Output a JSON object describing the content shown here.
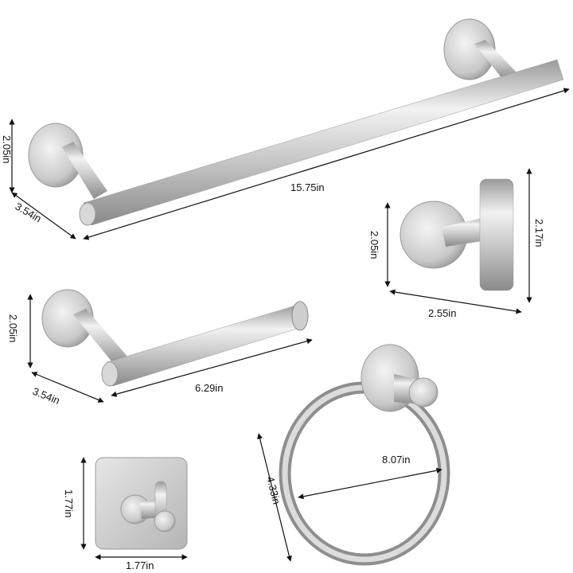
{
  "products": {
    "towel_bar": {
      "height": "2.05in",
      "depth": "3.54in",
      "length": "15.75in"
    },
    "robe_hook": {
      "flange_height": "2.05in",
      "hook_height": "2.17in",
      "depth": "2.55in"
    },
    "toilet_paper_holder": {
      "height": "2.05in",
      "depth": "3.54in",
      "length": "6.29in"
    },
    "adhesive_hook": {
      "height": "1.77in",
      "width": "1.77in"
    },
    "towel_ring": {
      "width": "8.07in",
      "height": "4.33in"
    }
  },
  "colors": {
    "metal_light": "#eeeeee",
    "metal_mid": "#c4c4c4",
    "metal_dark": "#8e8e8e",
    "dimension_line": "#111111"
  }
}
